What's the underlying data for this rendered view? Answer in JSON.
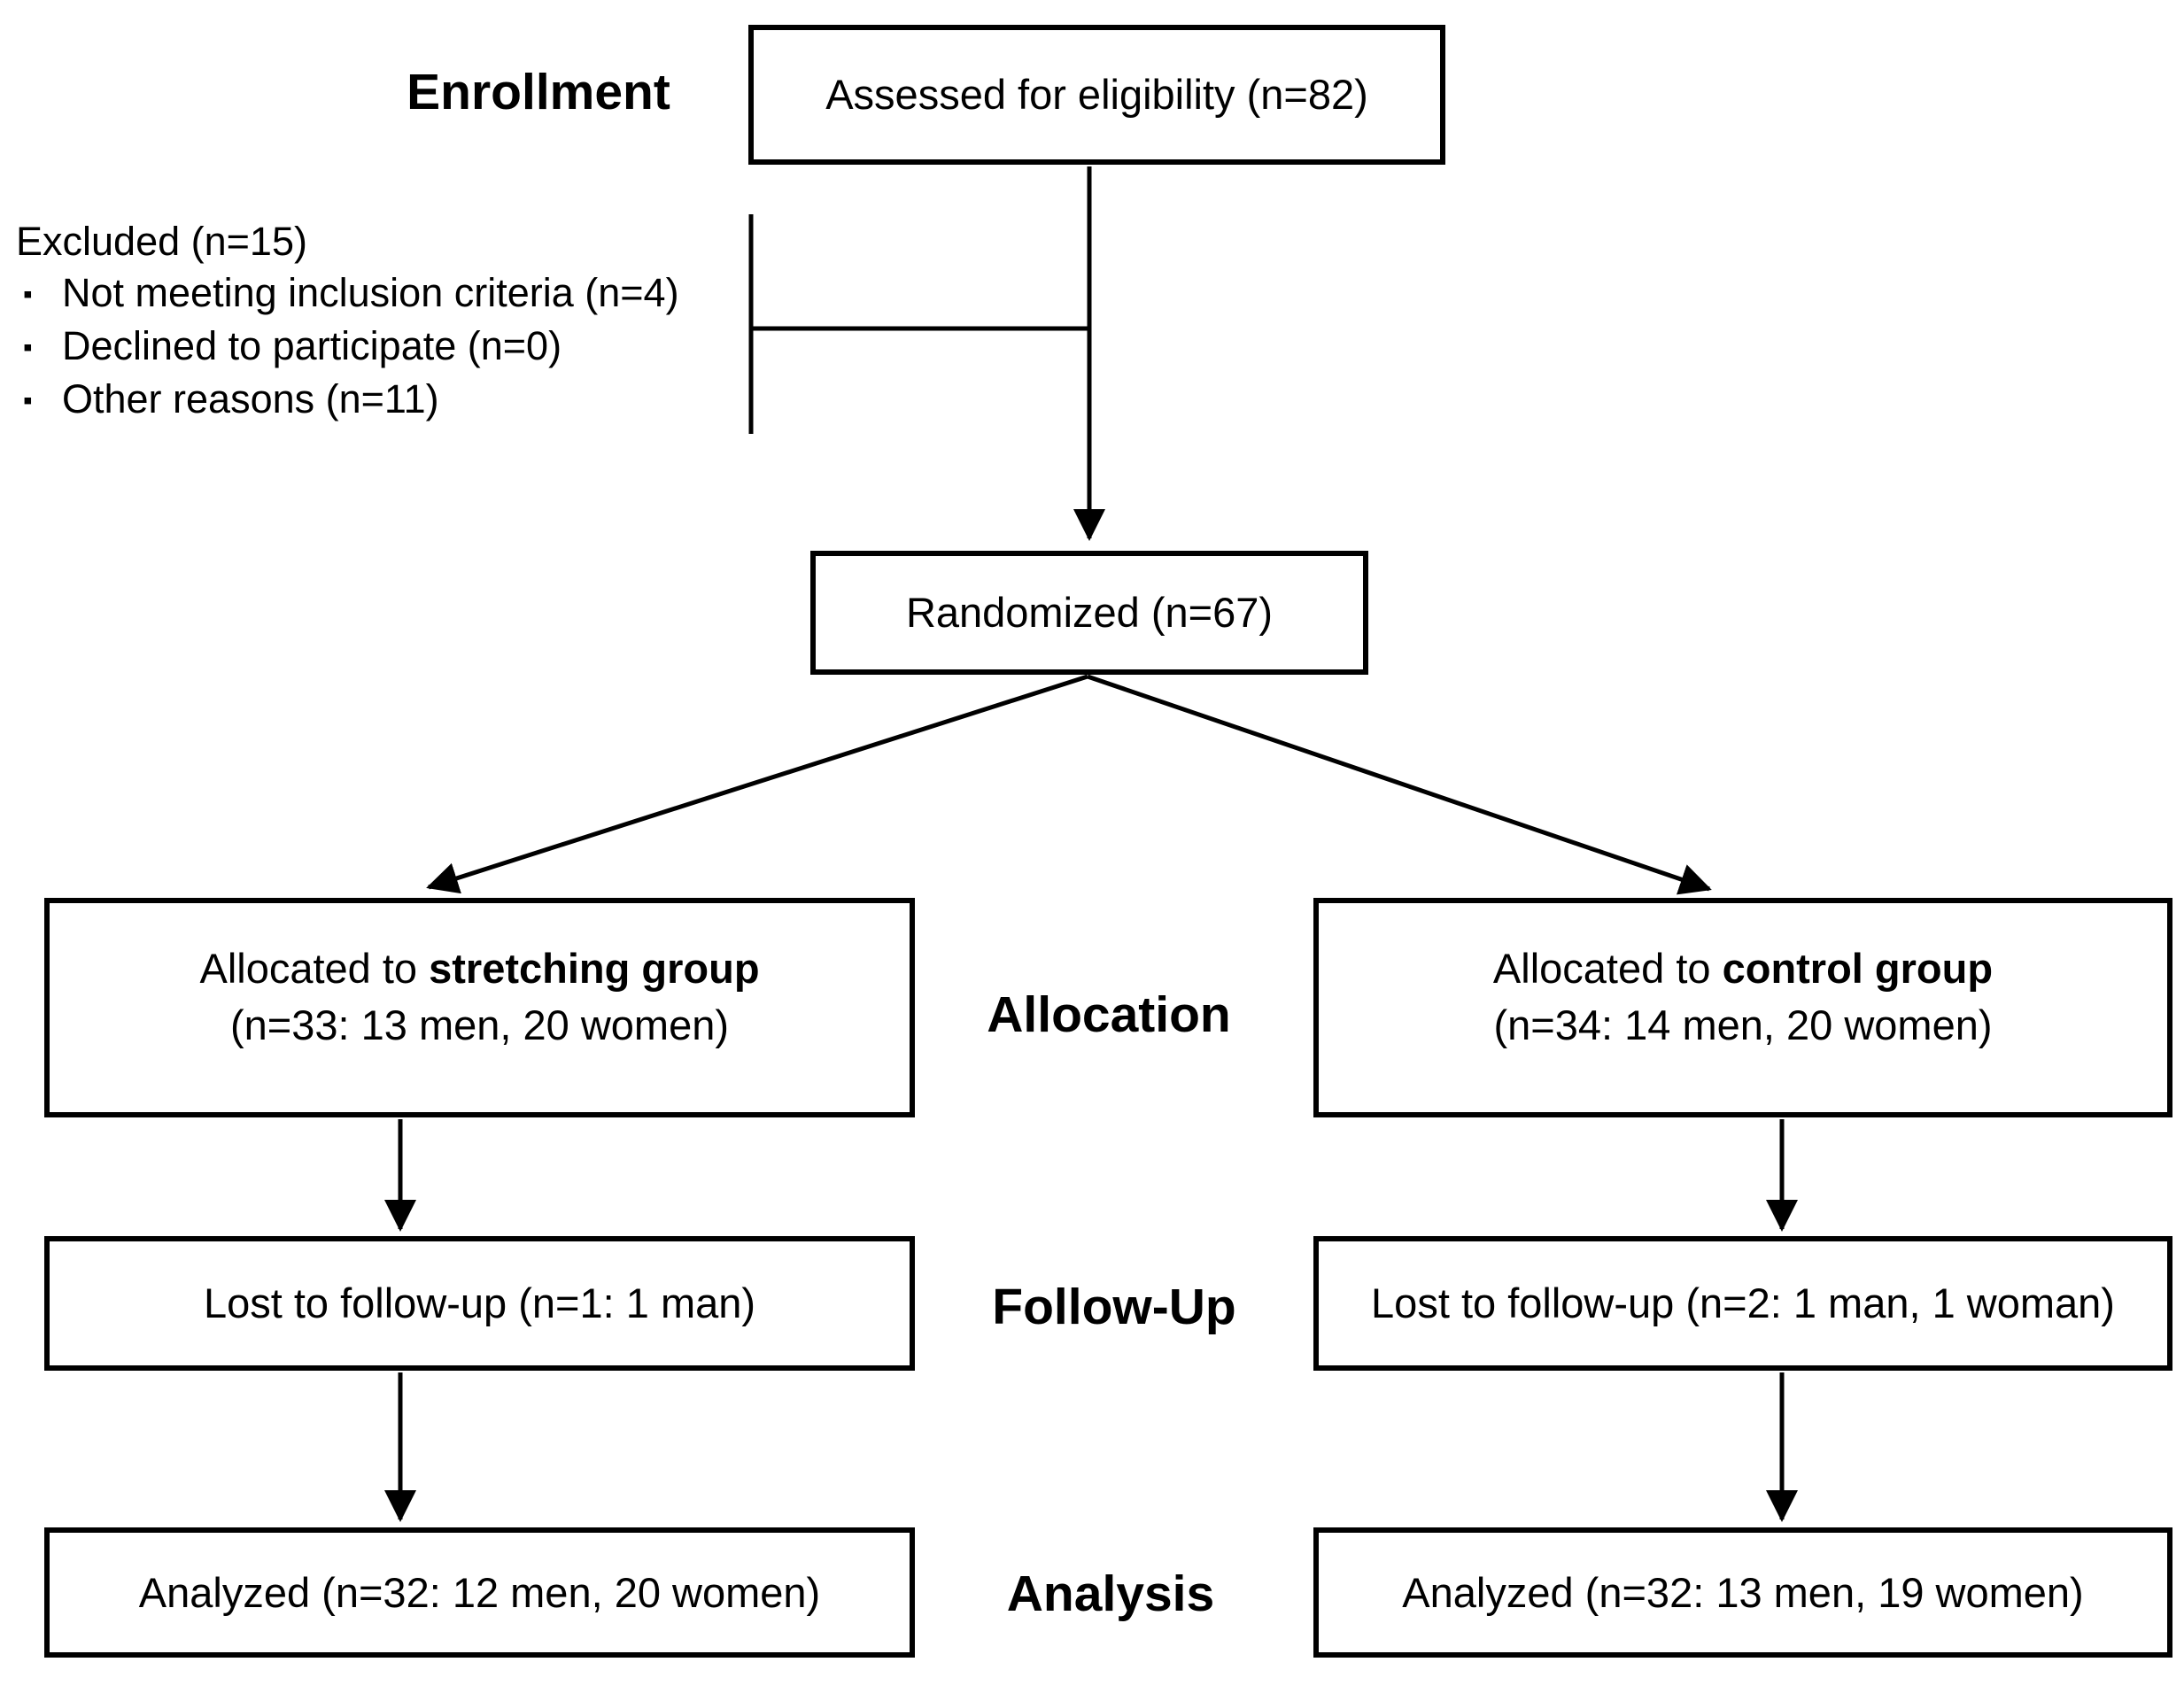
{
  "stages": {
    "enrollment": "Enrollment",
    "allocation": "Allocation",
    "followup": "Follow-Up",
    "analysis": "Analysis"
  },
  "boxes": {
    "assessed": "Assessed for eligibility (n=82)",
    "randomized": "Randomized (n=67)",
    "alloc_left": {
      "prefix": "Allocated to ",
      "bold": "stretching group",
      "line2": "(n=33: 13 men, 20 women)"
    },
    "alloc_right": {
      "prefix": "Allocated to ",
      "bold": "control group",
      "line2": "(n=34: 14 men, 20 women)"
    },
    "followup_left": "Lost to follow-up (n=1: 1 man)",
    "followup_right": "Lost to follow-up (n=2: 1 man, 1 woman)",
    "analyzed_left": "Analyzed (n=32: 12 men, 20 women)",
    "analyzed_right": "Analyzed (n=32: 13 men, 19 women)"
  },
  "excluded": {
    "title": "Excluded (n=15)",
    "bullet_char": "▪",
    "items": [
      "Not meeting inclusion criteria (n=4)",
      "Declined to participate (n=0)",
      "Other reasons (n=11)"
    ]
  },
  "colors": {
    "line": "#000000",
    "text": "#000000",
    "background": "#ffffff"
  }
}
